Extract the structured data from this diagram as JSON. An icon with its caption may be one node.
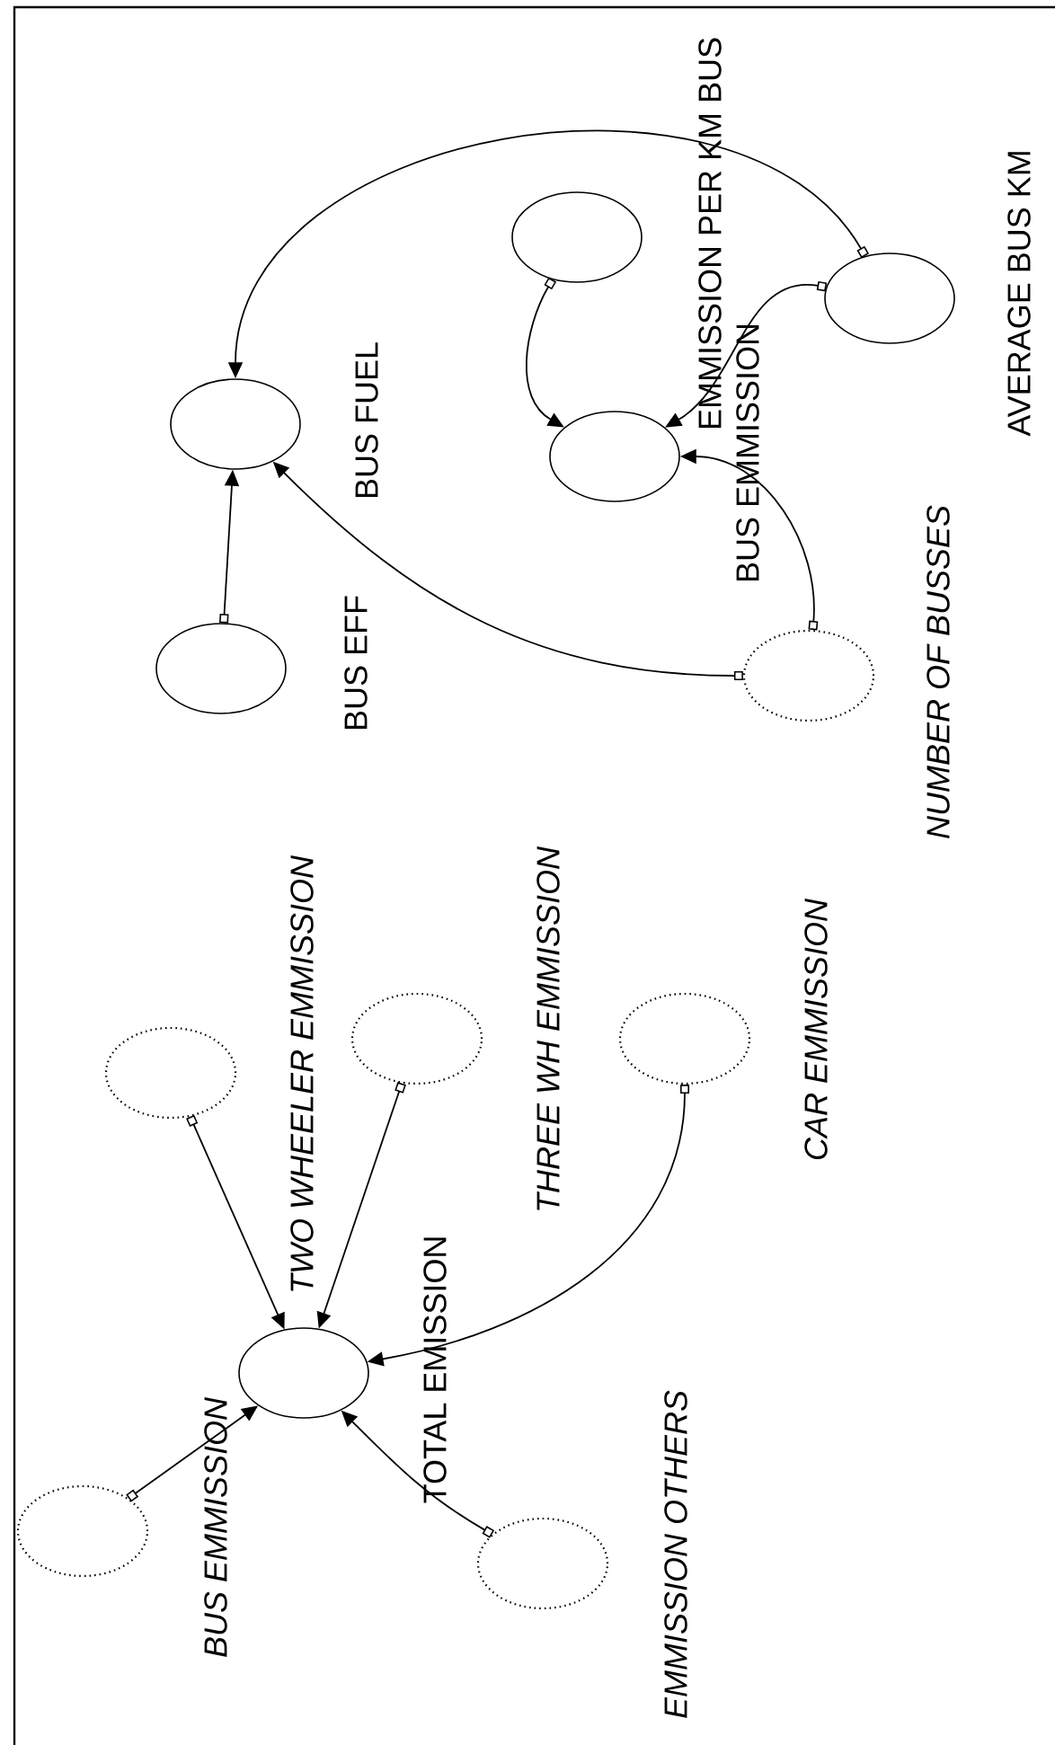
{
  "diagram": {
    "nodes": [
      {
        "text": [],
        "shape": "circle"
      },
      {
        "text": [],
        "shape": "circle"
      },
      {
        "text": [],
        "shape": "circle"
      },
      {
        "text": [],
        "shape": "circle"
      },
      {
        "text": [],
        "shape": "circle"
      },
      {
        "text": [],
        "shape": "circle"
      },
      {
        "text": [],
        "shape": "circle"
      },
      {
        "text": [],
        "shape": "circle"
      },
      {
        "text": [],
        "shape": "circle"
      },
      {
        "text": [],
        "shape": "circle"
      },
      {
        "text": [],
        "shape": "circle"
      },
      {
        "text": [],
        "shape": "circle"
      }
    ],
    "edges": [
      {
        "from": 4,
        "to": 0,
        "arrow": "to"
      },
      {
        "from": 5,
        "to": 0,
        "arrow": "to"
      },
      {
        "from": 3,
        "to": 0,
        "arrow": "to"
      },
      {
        "from": 1,
        "to": 2,
        "arrow": "to"
      },
      {
        "from": 3,
        "to": 2,
        "arrow": "to"
      },
      {
        "from": 5,
        "to": 2,
        "arrow": "to"
      },
      {
        "from": 6,
        "to": 9,
        "arrow": "to"
      },
      {
        "from": 7,
        "to": 9,
        "arrow": "to"
      },
      {
        "from": 8,
        "to": 9,
        "arrow": "to"
      },
      {
        "from": 10,
        "to": 9,
        "arrow": "to"
      },
      {
        "from": 11,
        "to": 9,
        "arrow": "to"
      }
    ],
    "labels": [
      "EMMISSION PER KM BUS",
      "AVERAGE BUS KM",
      "BUS FUEL",
      "BUS EMMISSION",
      "BUS EFF",
      "NUMBER OF BUSSES",
      "TWO WHEELER EMMISSION",
      "THREE WH EMMISSION",
      "CAR EMMISSION",
      "TOTAL EMISSION",
      "BUS EMMISSION",
      "EMMISSION OTHERS"
    ]
  }
}
